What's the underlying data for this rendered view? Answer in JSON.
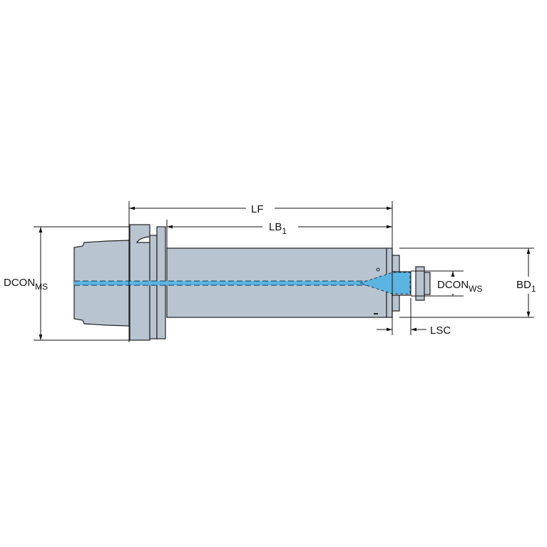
{
  "title": "Tool holder adaptor dimension drawing",
  "colors": {
    "body": "#b8c5d1",
    "coolant": "#5bb5e2",
    "line": "#111111"
  },
  "dimensions": {
    "lf": {
      "main": "LF",
      "sub": ""
    },
    "lb1": {
      "main": "LB",
      "sub": "1"
    },
    "dcon_ms": {
      "main": "DCON",
      "sub": "MS"
    },
    "dcon_ws": {
      "main": "DCON",
      "sub": "WS"
    },
    "bd1": {
      "main": "BD",
      "sub": "1"
    },
    "lsc": {
      "main": "LSC",
      "sub": ""
    }
  }
}
